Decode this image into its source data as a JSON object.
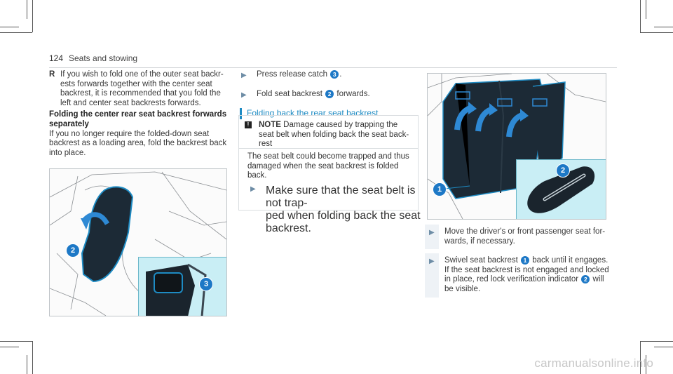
{
  "header": {
    "page_number": "124",
    "section": "Seats and stowing"
  },
  "col1": {
    "bullet_symbol": "R",
    "bullet_text": [
      "If you wish to fold one of the outer seat backr-",
      "ests forwards together with the center seat",
      "backrest, it is recommended that you fold the",
      "left and center seat backrests forwards."
    ],
    "heading": [
      "Folding the center rear seat backrest forwards",
      "separately"
    ],
    "paragraph": [
      "If you no longer require the folded-down seat",
      "backrest as a loading area, fold the backrest back",
      "into place."
    ]
  },
  "col2": {
    "step1": {
      "text": "Press release catch",
      "ref": "3",
      "suffix": "."
    },
    "step2": {
      "text": "Fold seat backrest",
      "ref": "2",
      "suffix": "forwards."
    },
    "section_title": "Folding back the rear seat backrest",
    "note": {
      "icon": "!",
      "label": "NOTE",
      "lines": [
        "Damage caused by trapping the",
        "seat belt when folding back the seat back-",
        "rest"
      ],
      "body": [
        "The seat belt could become trapped and thus",
        "damaged when the seat backrest is folded",
        "back."
      ],
      "step": [
        "Make sure that the seat belt is not trap-",
        "ped when folding back the seat backrest."
      ]
    }
  },
  "col3": {
    "step1": [
      "Move the driver's or front passenger seat for-",
      "wards, if necessary."
    ],
    "step2_a": "Swivel seat backrest",
    "step2_ref1": "1",
    "step2_b": "back until it engages.",
    "step2_c": [
      "If the seat backrest is not engaged and locked",
      "in place, red lock verification indicator"
    ],
    "step2_ref2": "2",
    "step2_d": "will",
    "step2_e": "be visible."
  },
  "figure1": {
    "callouts": [
      "2",
      "3"
    ]
  },
  "figure2": {
    "callouts": [
      "1",
      "2"
    ]
  },
  "footer": {
    "watermark": "carmanualsonline.info"
  },
  "colors": {
    "accent": "#1e8bc3",
    "callout": "#1d78c6",
    "inset": "#c9eef5"
  }
}
